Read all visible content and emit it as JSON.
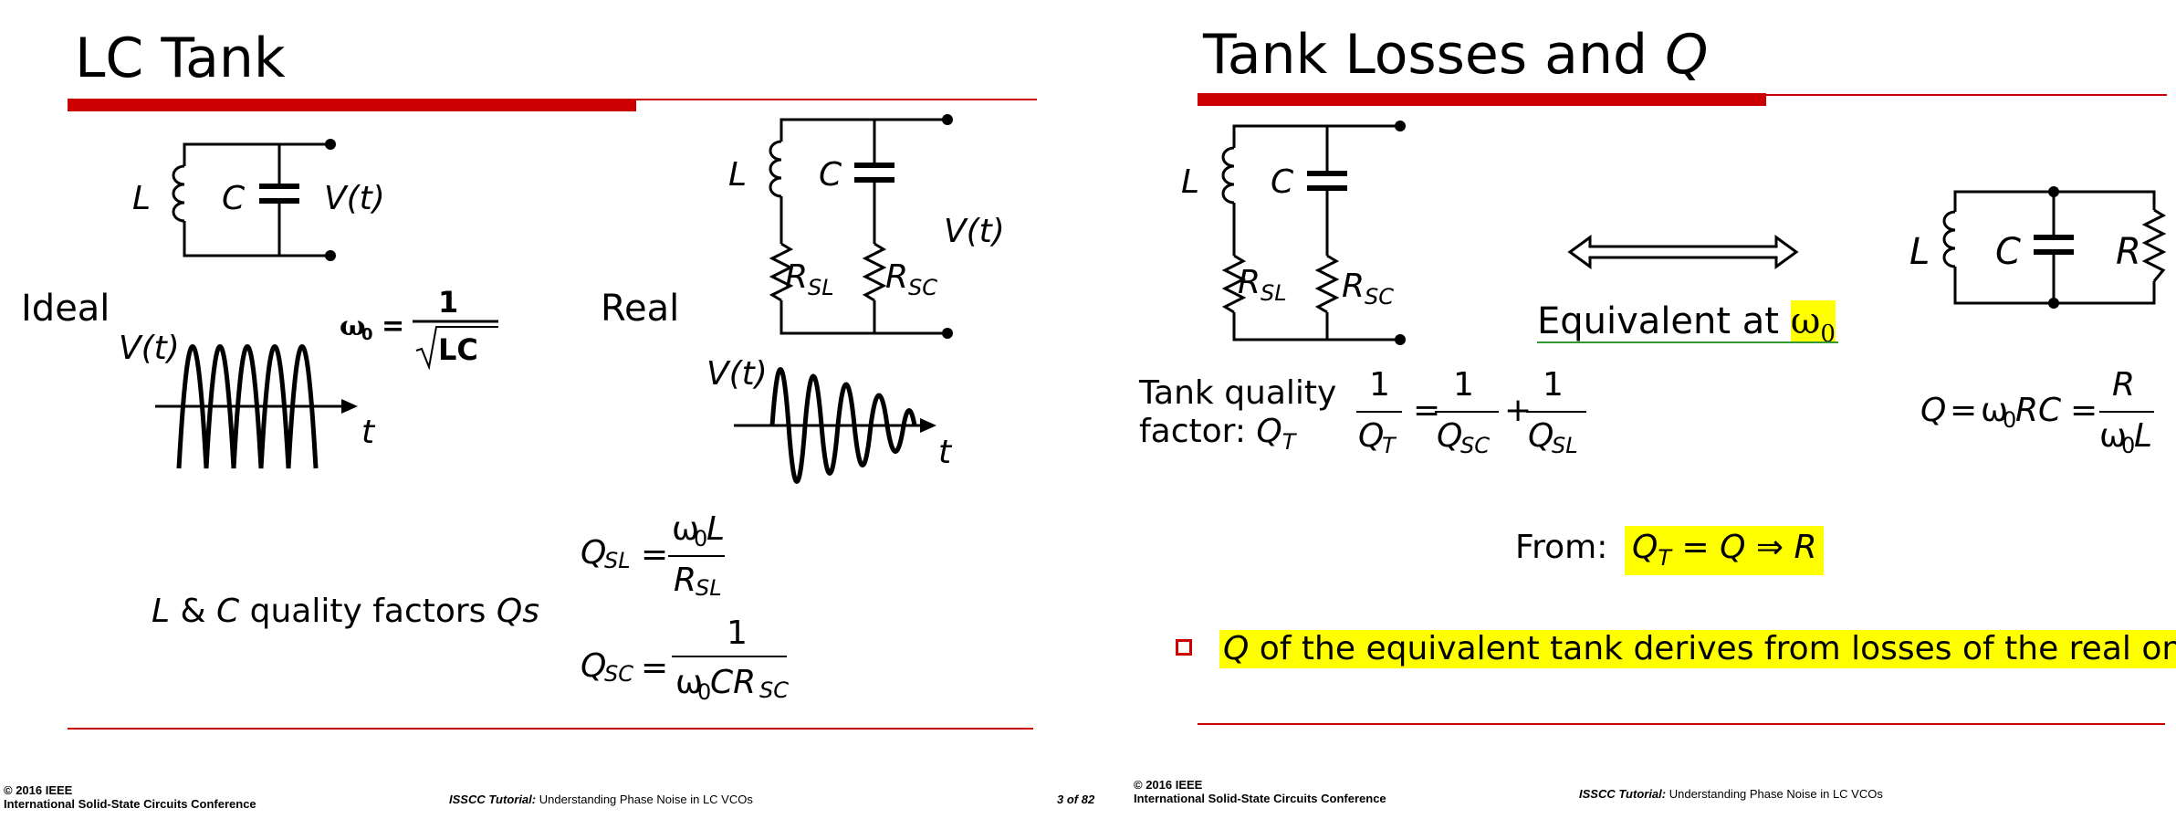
{
  "left_slide": {
    "title": "LC Tank",
    "ideal": {
      "heading": "Ideal",
      "label_L": "L",
      "label_C": "C",
      "label_V": "V(t)",
      "wave_V": "V(t)",
      "wave_t": "t",
      "omega_lhs": "ω",
      "omega_sub": "0",
      "omega_eq": "=",
      "omega_num": "1",
      "omega_den": "LC"
    },
    "real": {
      "heading": "Real",
      "label_L": "L",
      "label_C": "C",
      "label_V": "V(t)",
      "label_RSL": "R",
      "label_RSL_sub": "SL",
      "label_RSC": "R",
      "label_RSC_sub": "SC",
      "wave_V": "V(t)",
      "wave_t": "t"
    },
    "quality_text": {
      "L": "L",
      "amp": " & ",
      "C": "C",
      "rest": " quality factors ",
      "Qs": "Qs"
    },
    "qsl": {
      "Q": "Q",
      "sub": "SL",
      "eq": "=",
      "num_w": "ω",
      "num_sub": "0",
      "num_L": "L",
      "den_R": "R",
      "den_sub": "SL"
    },
    "qsc": {
      "Q": "Q",
      "sub": "SC",
      "eq": "=",
      "num": "1",
      "den_w": "ω",
      "den_sub": "0",
      "den_CR": "CR",
      "den_sub2": "SC"
    },
    "footer": {
      "copyright": "© 2016 IEEE",
      "conference": "International Solid-State Circuits Conference",
      "tutorial_label": "ISSCC Tutorial:",
      "tutorial_title": " Understanding Phase Noise in LC VCOs",
      "page": "3 of 82"
    }
  },
  "right_slide": {
    "title_text": "Tank Losses and ",
    "title_Q": "Q",
    "circuit": {
      "label_L": "L",
      "label_C": "C",
      "label_RSL": "R",
      "label_RSL_sub": "SL",
      "label_RSC": "R",
      "label_RSC_sub": "SC"
    },
    "equivalent": {
      "text": "Equivalent at ",
      "omega": "ω",
      "omega_sub": "0"
    },
    "eq_circuit": {
      "label_L": "L",
      "label_C": "C",
      "label_R": "R"
    },
    "tank_quality": {
      "line1": "Tank quality",
      "line2": "factor: ",
      "Q": "Q",
      "Q_sub": "T"
    },
    "tank_eq": {
      "num1": "1",
      "den1": "Q",
      "den1_sub": "T",
      "eq": "=",
      "num2": "1",
      "den2": "Q",
      "den2_sub": "SC",
      "plus": "+",
      "num3": "1",
      "den3": "Q",
      "den3_sub": "SL"
    },
    "q_eq": {
      "Q": "Q",
      "eq1": "=",
      "w": "ω",
      "w_sub": "0",
      "RC": "RC",
      "eq2": "=",
      "num": "R",
      "den_w": "ω",
      "den_sub": "0",
      "den_L": "L"
    },
    "from": {
      "label": "From:",
      "Q": "Q",
      "Q_sub": "T",
      "rest": " = Q ⇒ R"
    },
    "bullet": {
      "Q": "Q",
      "text": " of the equivalent tank derives from losses of the real one"
    },
    "footer": {
      "copyright": "© 2016 IEEE",
      "conference": "International Solid-State Circuits Conference",
      "tutorial_label": "ISSCC Tutorial:",
      "tutorial_title": " Understanding Phase Noise in LC VCOs"
    }
  }
}
